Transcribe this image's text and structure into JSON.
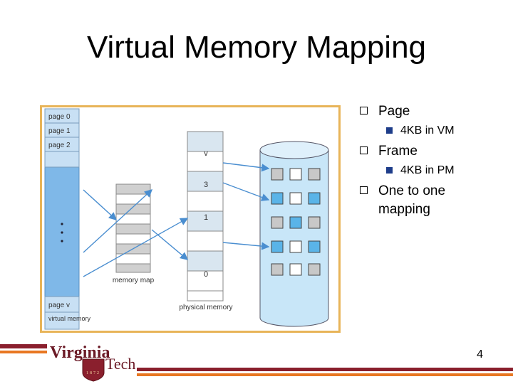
{
  "slide": {
    "title": "Virtual Memory Mapping",
    "page_number": "4"
  },
  "bullets": [
    {
      "text": "Page",
      "sub": "4KB in VM"
    },
    {
      "text": "Frame",
      "sub": "4KB in PM"
    },
    {
      "text": "One to one mapping",
      "sub": ""
    }
  ],
  "diagram": {
    "virtual_pages": [
      "page 0",
      "page 1",
      "page 2"
    ],
    "virtual_last": "page v",
    "virtual_label": "virtual memory",
    "memory_map_label": "memory map",
    "physical_frames": [
      "v",
      "3",
      "1",
      "0"
    ],
    "physical_label": "physical memory"
  },
  "logo": {
    "name_top": "Virginia",
    "name_bottom": "Tech",
    "year": "1872"
  },
  "colors": {
    "frame_border": "#e8b458",
    "virtual_column": "#7fb8e8",
    "arrow": "#4a8ed0",
    "disk_light": "#c8e6f8",
    "accent_maroon": "#8a1f2d",
    "accent_orange": "#e87722",
    "bullet_square": "#1e3d8a"
  }
}
